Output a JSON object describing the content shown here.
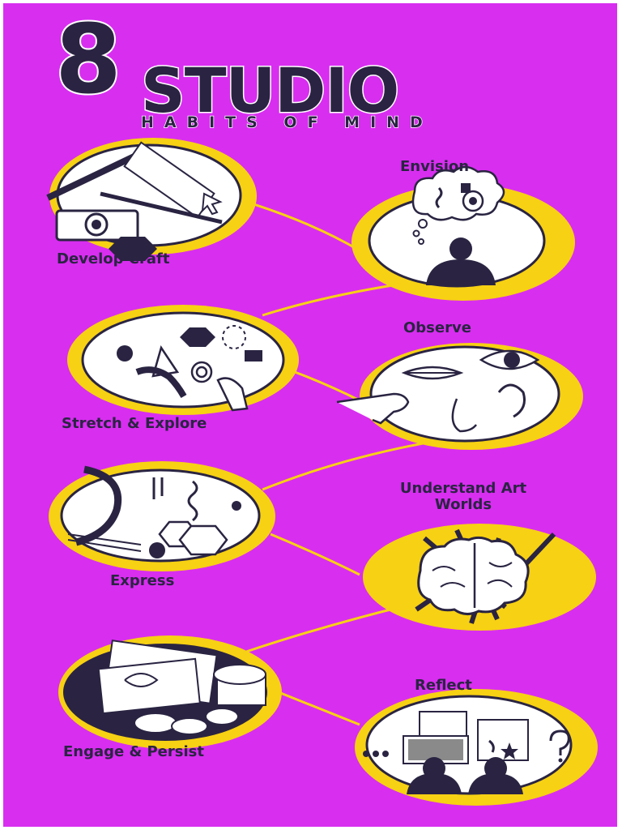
{
  "title": {
    "number": "8",
    "word": "STUDIO",
    "subtitle": "HABITS OF MIND"
  },
  "habits": [
    {
      "label": "Develop Craft"
    },
    {
      "label": "Envision"
    },
    {
      "label": "Stretch & Explore"
    },
    {
      "label": "Observe"
    },
    {
      "label": "Express"
    },
    {
      "label": "Understand Art Worlds"
    },
    {
      "label": "Engage & Persist"
    },
    {
      "label": "Reflect"
    }
  ],
  "colors": {
    "background": "#d82ef0",
    "yellow": "#f7d113",
    "ink": "#2a2442"
  }
}
